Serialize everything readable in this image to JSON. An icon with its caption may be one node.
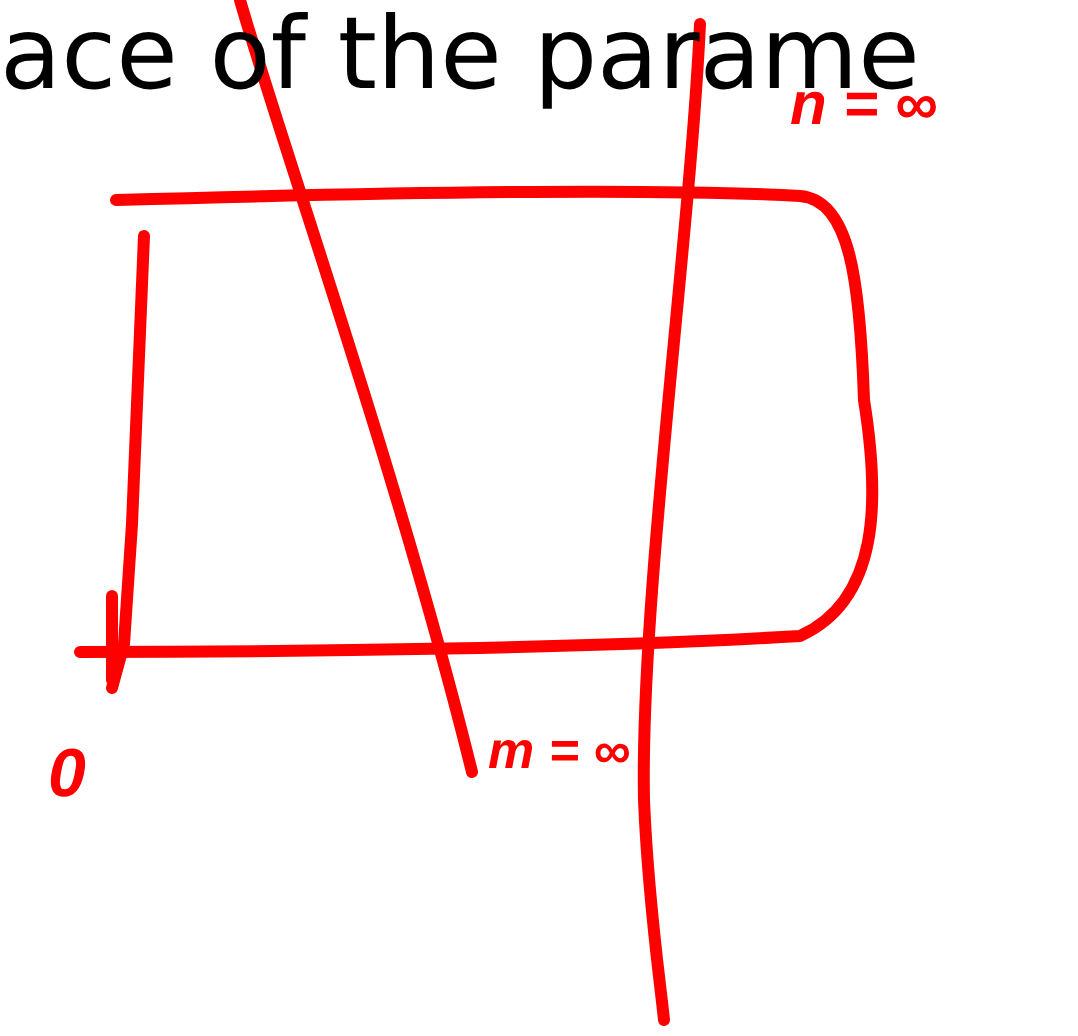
{
  "diagram": {
    "labels": [
      "ace of the parame",
      "n = ∞",
      "0",
      "m = ∞"
    ]
  }
}
